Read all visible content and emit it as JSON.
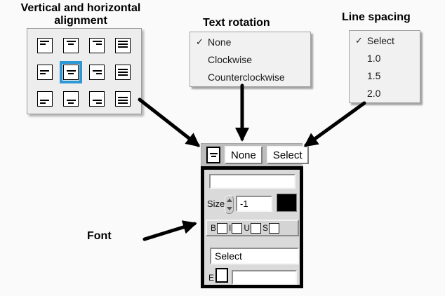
{
  "labels": {
    "alignment_title": "Vertical and horizontal alignment",
    "rotation_title": "Text rotation",
    "spacing_title": "Line spacing",
    "font_label": "Font"
  },
  "alignment_grid": {
    "rows": [
      "top",
      "middle",
      "bottom"
    ],
    "columns": [
      "left",
      "center",
      "right",
      "justify"
    ],
    "selected": {
      "row": "middle",
      "col": "center"
    },
    "selected_color": "#2e97d5"
  },
  "rotation_menu": {
    "check_glyph": "✓",
    "items": [
      {
        "label": "None",
        "checked": true
      },
      {
        "label": "Clockwise",
        "checked": false
      },
      {
        "label": "Counterclockwise",
        "checked": false
      }
    ]
  },
  "spacing_menu": {
    "check_glyph": "✓",
    "items": [
      {
        "label": "Select",
        "checked": true
      },
      {
        "label": "1.0",
        "checked": false
      },
      {
        "label": "1.5",
        "checked": false
      },
      {
        "label": "2.0",
        "checked": false
      }
    ]
  },
  "toolbar": {
    "rotation_value": "None",
    "spacing_value": "Select"
  },
  "font_panel": {
    "text_input_value": "",
    "size_label": "Size",
    "size_value": "-1",
    "color_swatch": "#000000",
    "style_toggles": [
      {
        "label": "B",
        "checked": false
      },
      {
        "label": "I",
        "checked": false
      },
      {
        "label": "U",
        "checked": false
      },
      {
        "label": "S",
        "checked": false
      }
    ],
    "font_name_value": "Select",
    "e_toggle_label": "E",
    "e_toggle_checked": false,
    "e_input_value": ""
  }
}
